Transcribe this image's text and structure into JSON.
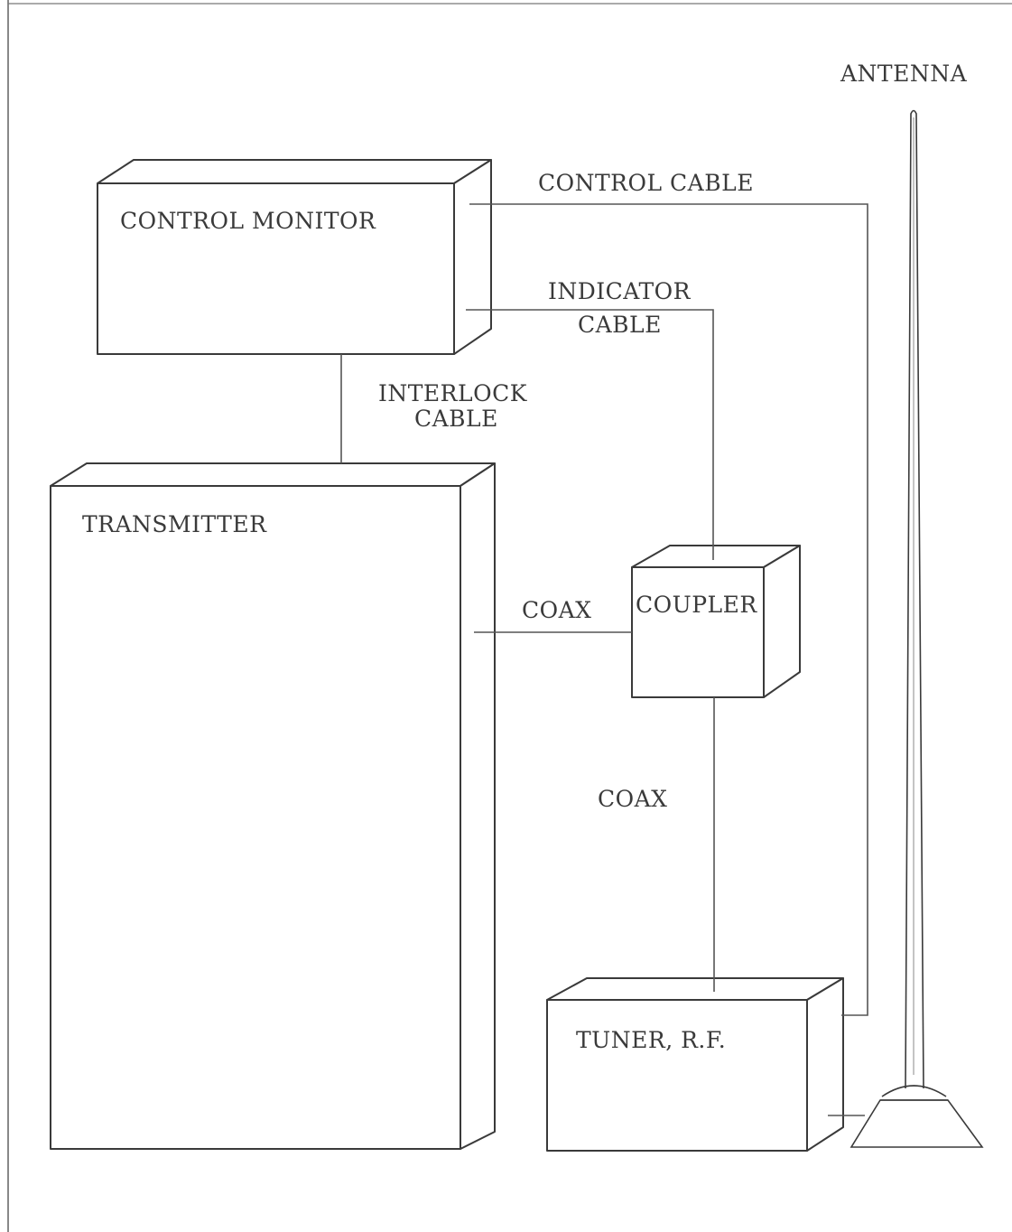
{
  "diagram": {
    "nodes": {
      "control_monitor": "CONTROL MONITOR",
      "transmitter": "TRANSMITTER",
      "coupler": "COUPLER",
      "tuner": "TUNER, R.F.",
      "antenna": "ANTENNA"
    },
    "connections": {
      "control_cable": "CONTROL CABLE",
      "indicator_cable_line1": "INDICATOR",
      "indicator_cable_line2": "CABLE",
      "interlock_cable_line1": "INTERLOCK",
      "interlock_cable_line2": "CABLE",
      "coax_transmitter_coupler": "COAX",
      "coax_coupler_tuner": "COAX"
    }
  }
}
